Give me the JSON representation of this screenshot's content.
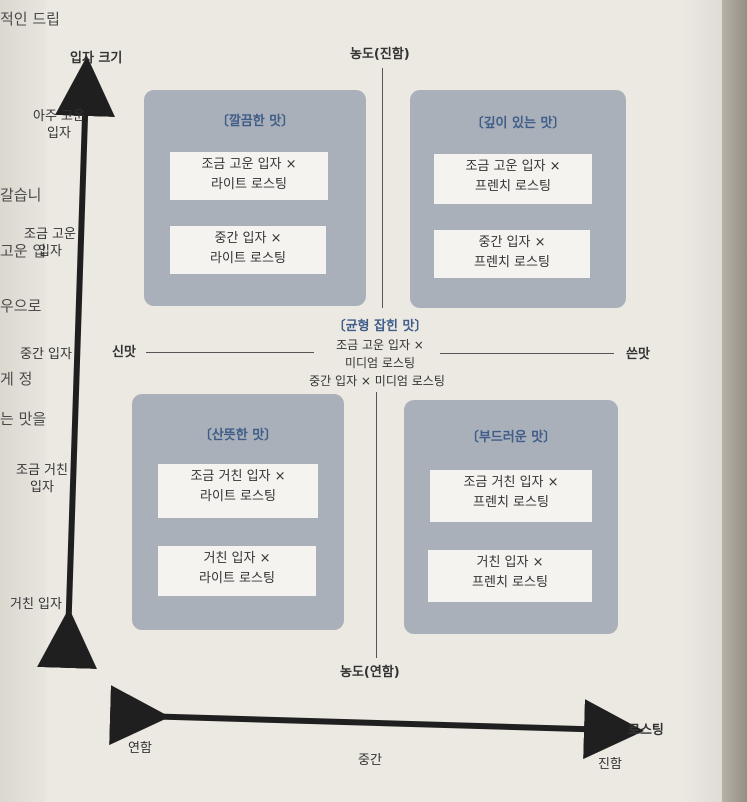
{
  "edge_text": [
    "적인 드립",
    "갈습니",
    "고운 입",
    "우으로 ",
    "게 정",
    "는 맛을"
  ],
  "axes": {
    "vertical_label": "입자 크기",
    "vertical_levels": [
      "아주 고운\n입자",
      "조금 고운\n입자",
      "중간 입자",
      "조금 거친\n입자",
      "거친 입자"
    ],
    "horizontal_label": "로스팅",
    "horizontal_levels": [
      "연함",
      "중간",
      "진함"
    ],
    "top_label": "농도(진함)",
    "bottom_label": "농도(연함)",
    "left_label": "신맛",
    "right_label": "쓴맛"
  },
  "quadrants": {
    "top_left": {
      "title": "〔깔끔한 맛〕",
      "cards": [
        [
          "조금 고운 입자 ×",
          "라이트 로스팅"
        ],
        [
          "중간 입자 ×",
          "라이트 로스팅"
        ]
      ]
    },
    "top_right": {
      "title": "〔깊이 있는 맛〕",
      "cards": [
        [
          "조금 고운 입자 ×",
          "프렌치 로스팅"
        ],
        [
          "중간 입자 ×",
          "프렌치 로스팅"
        ]
      ]
    },
    "bottom_left": {
      "title": "〔산뜻한 맛〕",
      "cards": [
        [
          "조금 거친 입자 ×",
          "라이트 로스팅"
        ],
        [
          "거친 입자 ×",
          "라이트 로스팅"
        ]
      ]
    },
    "bottom_right": {
      "title": "〔부드러운 맛〕",
      "cards": [
        [
          "조금 거친 입자 ×",
          "프렌치 로스팅"
        ],
        [
          "거친 입자 ×",
          "프렌치 로스팅"
        ]
      ]
    }
  },
  "center": {
    "title": "〔균형 잡힌 맛〕",
    "lines": [
      "조금 고운 입자 ×",
      "미디엄 로스팅",
      "중간 입자 × 미디엄 로스팅"
    ]
  },
  "colors": {
    "quadrant_fill": "#a9b0b9",
    "card_fill": "#f4f3f0",
    "title_blue": "#3f5d88",
    "arrow": "#1f1f1f"
  }
}
